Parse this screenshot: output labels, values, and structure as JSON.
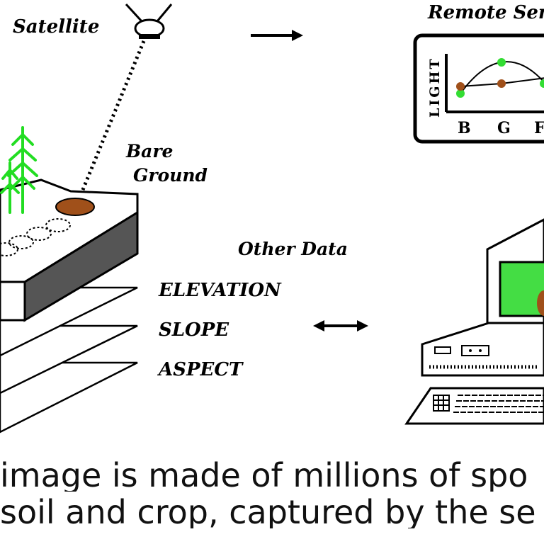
{
  "labels": {
    "satellite": "Satellite",
    "remote_sensing": "Remote Sen",
    "bare_ground_line1": "Bare",
    "bare_ground_line2": "Ground",
    "other_data": "Other Data",
    "layers": [
      "ELEVATION",
      "SLOPE",
      "ASPECT"
    ]
  },
  "remote_chart": {
    "y_label": "LIGHT",
    "x_ticks": [
      "B",
      "G",
      "F"
    ]
  },
  "caption": {
    "line1": "image is made of millions of spo",
    "line2": "soil and crop, captured by the se"
  },
  "colors": {
    "vegetation": "#22dd22",
    "soil": "#a0501a",
    "screen": "#44dd44",
    "block_side": "#555555"
  }
}
